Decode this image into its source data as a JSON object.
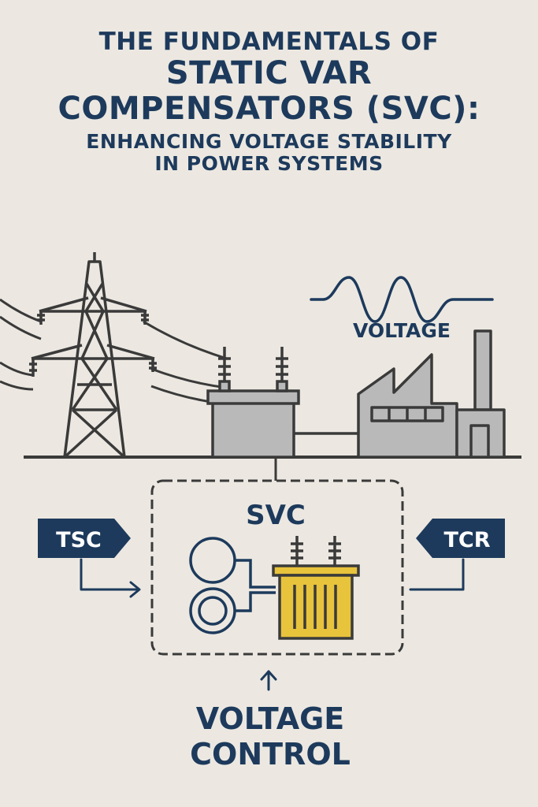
{
  "title": {
    "line1": "THE FUNDAMENTALS OF",
    "line2": "STATIC VAR",
    "line3": "COMPENSATORS (SVC):",
    "line4": "ENHANCING VOLTAGE STABILITY",
    "line5": "IN POWER SYSTEMS"
  },
  "labels": {
    "voltage": "VOLTAGE",
    "svc": "SVC",
    "tsc": "TSC",
    "tcr": "TCR",
    "voltage_control_1": "VOLTAGE",
    "voltage_control_2": "CONTROL"
  },
  "colors": {
    "background": "#ece8e1",
    "navy": "#1d3a5c",
    "line": "#3a3a3a",
    "gray_fill": "#b9b9b9",
    "reactor_yellow": "#e8c33c"
  }
}
